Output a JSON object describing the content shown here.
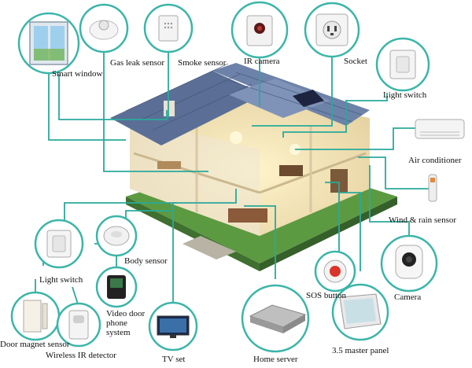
{
  "labels": {
    "smart_window": "Smart window",
    "gas_leak_sensor": "Gas leak sensor",
    "smoke_sensor": "Smoke sensor",
    "ir_camera": "IR camera",
    "socket": "Socket",
    "light_switch_top": "Light switch",
    "air_conditioner": "Air conditioner",
    "wind_rain_sensor": "Wind & rain sensor",
    "camera": "Camera",
    "sos_button": "SOS button",
    "master_panel": "3.5 master panel",
    "home_server": "Home server",
    "tv_set": "TV set",
    "body_sensor": "Body sensor",
    "light_switch_left": "Light switch",
    "video_door_phone": "Video door phone system",
    "door_magnet_sensor": "Door magnet sensor",
    "wireless_ir_detector": "Wireless IR detector"
  },
  "colors": {
    "connector": "#2aa99b",
    "ring": "#3bb5a8",
    "roof": "#5b6f96",
    "wall": "#f2ece0",
    "lawn": "#4f8a3a"
  }
}
